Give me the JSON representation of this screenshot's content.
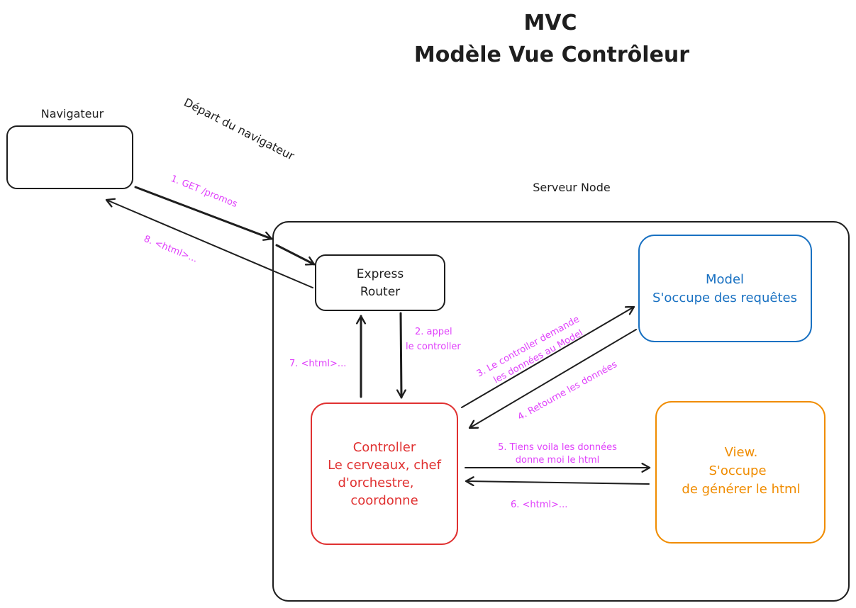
{
  "title": {
    "line1": "MVC",
    "line2": "Modèle Vue Contrôleur"
  },
  "labels": {
    "browser_title": "Navigateur",
    "departure": "Départ du navigateur",
    "server_title": "Serveur Node"
  },
  "nodes": {
    "router": {
      "line1": "Express",
      "line2": "Router"
    },
    "model": {
      "line1": "Model",
      "line2": "S'occupe des requêtes"
    },
    "controller": {
      "line1": "Controller",
      "line2": "Le cerveaux, chef",
      "line3": "d'orchestre,",
      "line4": "coordonne"
    },
    "view": {
      "line1": "View.",
      "line2": "S'occupe",
      "line3": "de générer le html"
    }
  },
  "steps": {
    "s1": "1.  GET /promos",
    "s2_line1": "2. appel",
    "s2_line2": "le controller",
    "s3_line1": "3. Le controller demande",
    "s3_line2": "les données au Model",
    "s4": "4. Retourne les données",
    "s5_line1": "5. Tiens voila les données",
    "s5_line2": "donne moi le html",
    "s6": "6. <html>...",
    "s7": "7. <html>...",
    "s8": "8. <html>..."
  },
  "colors": {
    "stroke": "#1e1e1e",
    "model": "#1971c2",
    "controller": "#e03131",
    "view": "#f08c00",
    "step_labels": "#e040fb"
  }
}
